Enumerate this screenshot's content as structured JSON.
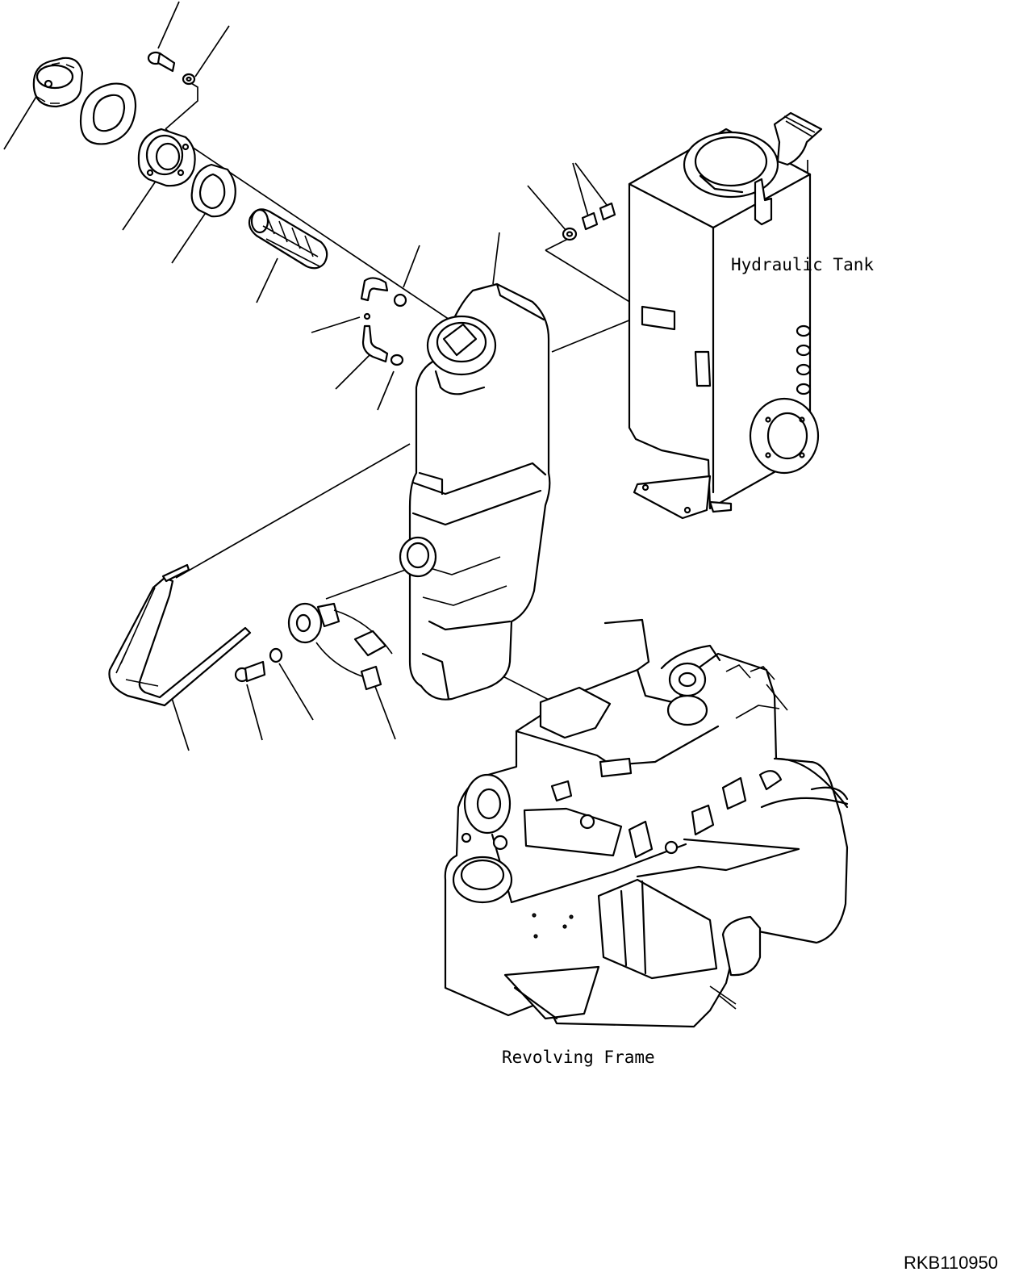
{
  "labels": {
    "hydraulic_tank": "Hydraulic Tank",
    "revolving_frame": "Revolving Frame",
    "drawing_code": "RKB110950"
  }
}
